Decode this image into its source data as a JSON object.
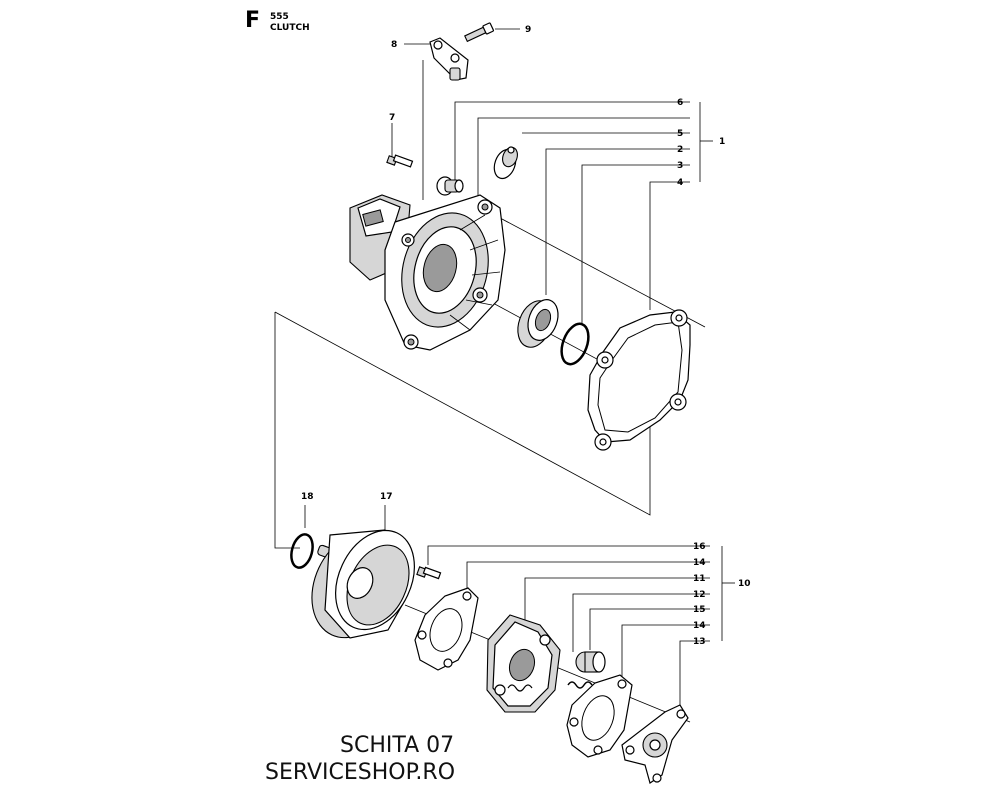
{
  "header": {
    "section_letter": "F",
    "section_code": "555",
    "section_title": "CLUTCH"
  },
  "footer": {
    "sheet_label": "SCHITA 07",
    "website": "SERVICESHOP.RO"
  },
  "callouts": {
    "c1": "1",
    "c2": "2",
    "c3": "3",
    "c4": "4",
    "c5": "5",
    "c6": "6",
    "c7": "7",
    "c8": "8",
    "c9": "9",
    "c10": "10",
    "c11": "11",
    "c12": "12",
    "c13a": "13",
    "c14a": "14",
    "c14b": "14",
    "c15": "15",
    "c16": "16",
    "c17": "17",
    "c18": "18"
  }
}
